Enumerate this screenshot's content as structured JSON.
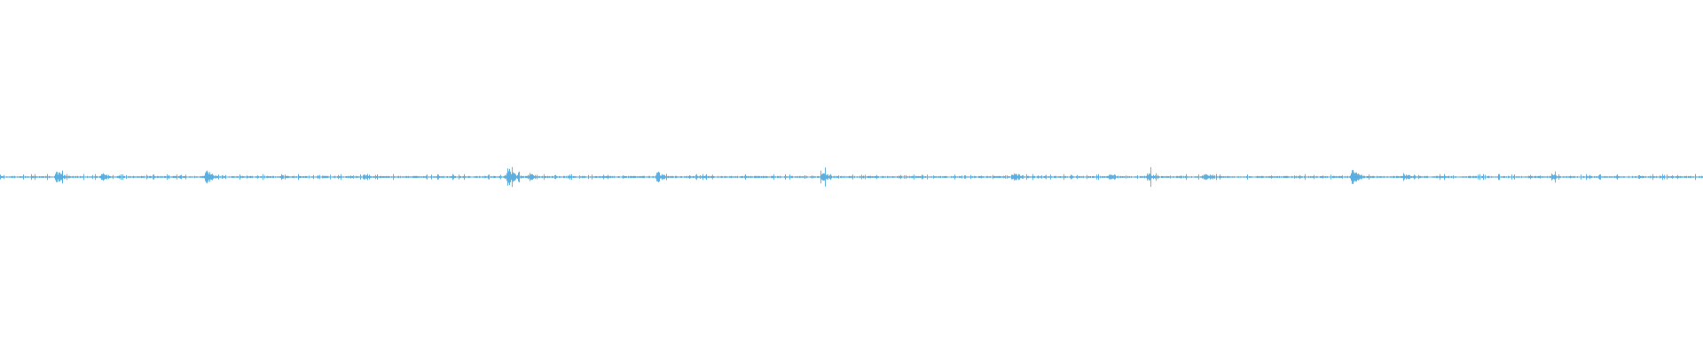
{
  "waveform": {
    "color": "#5aaee0",
    "background": "#ffffff",
    "duration_fraction_visible": 1.0,
    "baseline_level": 0.5,
    "peaks": [
      {
        "t": 0.033,
        "amp": 0.045
      },
      {
        "t": 0.06,
        "amp": 0.03
      },
      {
        "t": 0.121,
        "amp": 0.045
      },
      {
        "t": 0.214,
        "amp": 0.025
      },
      {
        "t": 0.298,
        "amp": 0.06
      },
      {
        "t": 0.311,
        "amp": 0.025
      },
      {
        "t": 0.386,
        "amp": 0.035
      },
      {
        "t": 0.483,
        "amp": 0.035
      },
      {
        "t": 0.595,
        "amp": 0.035
      },
      {
        "t": 0.652,
        "amp": 0.025
      },
      {
        "t": 0.674,
        "amp": 0.03
      },
      {
        "t": 0.707,
        "amp": 0.025
      },
      {
        "t": 0.794,
        "amp": 0.045
      },
      {
        "t": 0.825,
        "amp": 0.02
      },
      {
        "t": 0.911,
        "amp": 0.02
      },
      {
        "t": 0.949,
        "amp": 0.01
      }
    ],
    "noise_amp": 0.006
  }
}
